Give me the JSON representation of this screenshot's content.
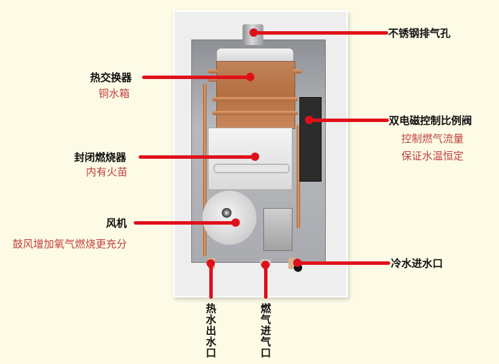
{
  "diagram": {
    "subject": "gas water heater internal structure",
    "colors": {
      "background": "#fdfbe6",
      "leader_line": "#e0101a",
      "label_text": "#111111",
      "sub_text": "#c0413e"
    },
    "labels": {
      "exhaust": {
        "title": "不锈钢排气孔"
      },
      "heat_exchanger": {
        "title": "热交换器",
        "sub": "铜水箱"
      },
      "proportional_valve": {
        "title": "双电磁控制比例阀",
        "sub1": "控制燃气流量",
        "sub2": "保证水温恒定"
      },
      "burner": {
        "title": "封闭燃烧器",
        "sub": "内有火苗"
      },
      "fan": {
        "title": "风机",
        "sub": "鼓风增加氧气燃烧更充分"
      },
      "cold_inlet": {
        "title": "冷水进水口"
      },
      "hot_outlet": {
        "title": "热水出水口"
      },
      "gas_inlet": {
        "title": "燃气进气口"
      }
    }
  }
}
